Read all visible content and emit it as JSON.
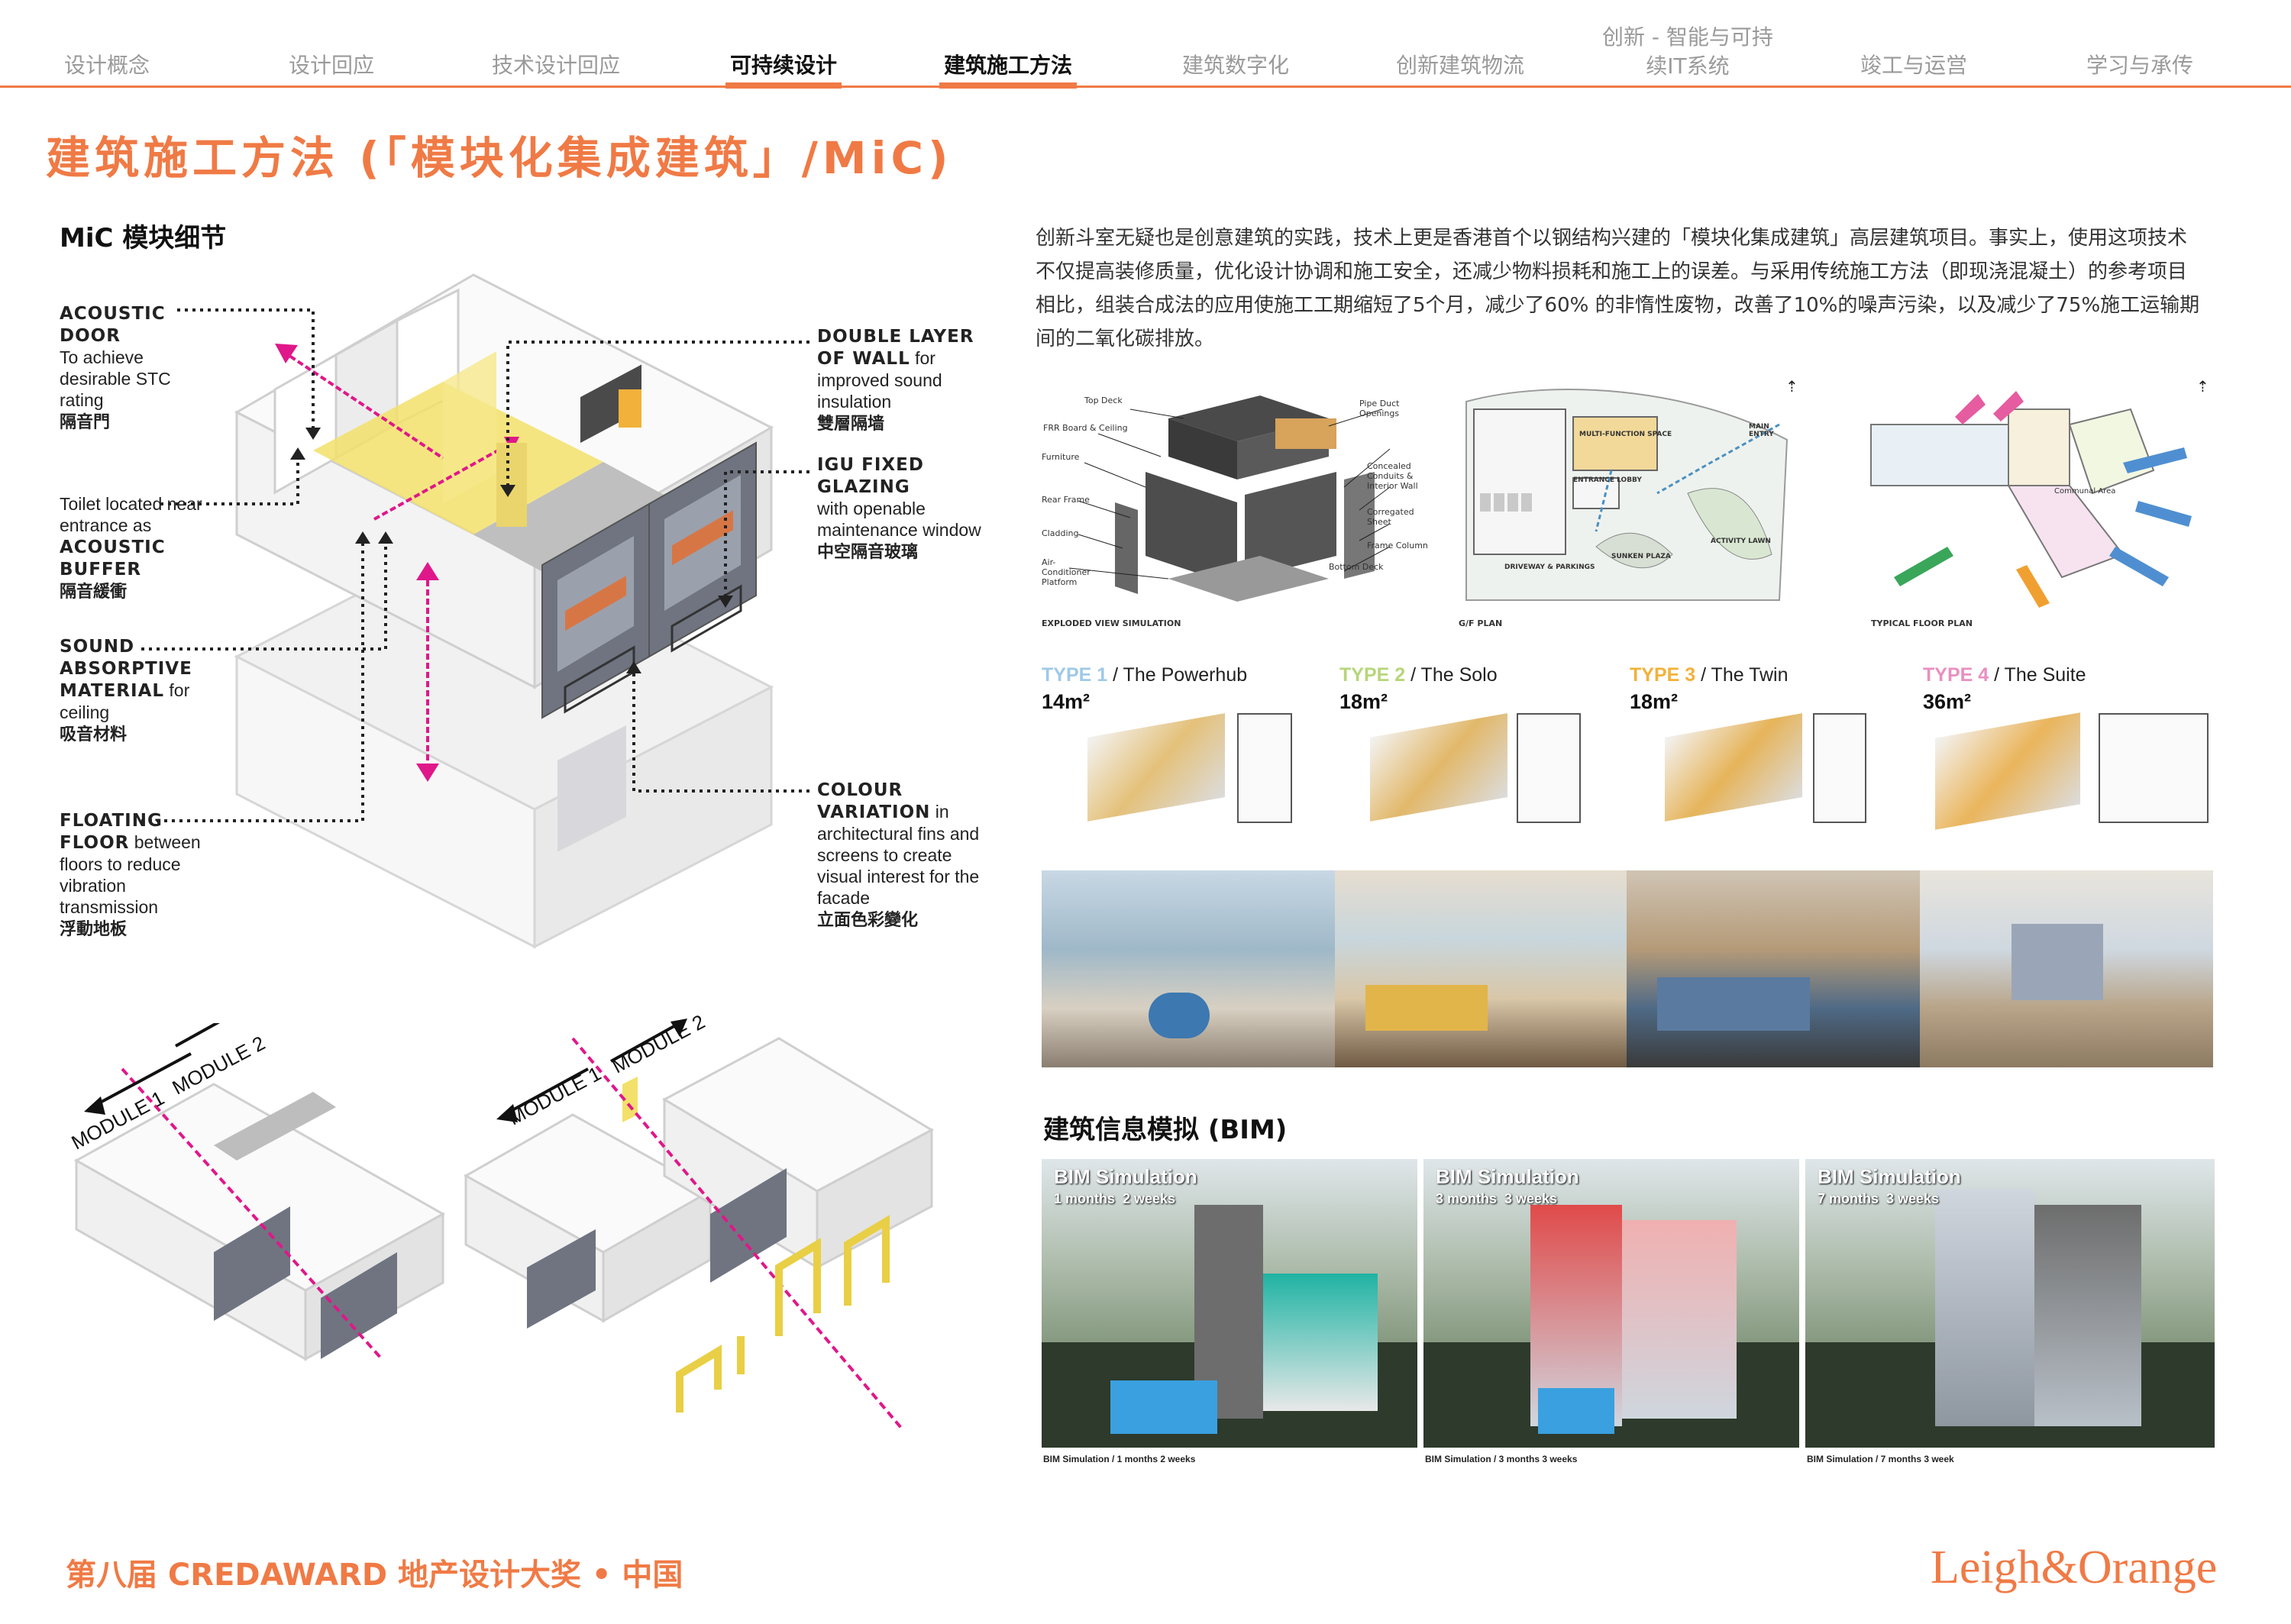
{
  "nav": {
    "items": [
      {
        "label": "设计概念"
      },
      {
        "label": "设计回应"
      },
      {
        "label": "技术设计回应"
      },
      {
        "label": "可持续设计"
      },
      {
        "label": "建筑施工方法"
      },
      {
        "label": "建筑数字化"
      },
      {
        "label": "创新建筑物流"
      },
      {
        "label_line1": "创新 - 智能与可持",
        "label_line2": "续IT系统"
      },
      {
        "label": "竣工与运営"
      },
      {
        "label": "学习与承传"
      }
    ],
    "active_underlined": [
      "可持续设计",
      "建筑施工方法"
    ]
  },
  "page_title": "建筑施工方法 (「模块化集成建筑」/MiC)",
  "mic_section": {
    "heading": "MiC 模块细节",
    "callouts": [
      {
        "bold": "ACOUSTIC DOOR",
        "text": "To achieve desirable STC rating",
        "zh": "隔音門"
      },
      {
        "pre": "Toilet located near entrance as",
        "bold": "ACOUSTIC BUFFER",
        "zh": "隔音緩衝"
      },
      {
        "bold": "SOUND ABSORPTIVE MATERIAL",
        "text": "for ceiling",
        "zh": "吸音材料"
      },
      {
        "bold": "FLOATING FLOOR",
        "text": "between floors to reduce vibration transmission",
        "zh": "浮動地板"
      },
      {
        "bold": "DOUBLE LAYER OF WALL",
        "text": "for improved sound insulation",
        "zh": "雙層隔墙"
      },
      {
        "bold": "IGU FIXED GLAZING",
        "text": "with openable maintenance window",
        "zh": "中空隔音玻璃"
      },
      {
        "bold": "COLOUR VARIATION",
        "text": "in architectural fins and screens to create visual interest for the facade",
        "zh": "立面色彩變化"
      }
    ],
    "module_labels": {
      "m1": "MODULE 1",
      "m2": "MODULE 2"
    }
  },
  "intro_paragraph": "创新斗室无疑也是创意建筑的实践，技术上更是香港首个以钢结构兴建的「模块化集成建筑」高层建筑项目。事实上，使用这项技术不仅提高装修质量，优化设计协调和施工安全，还减少物料损耗和施工上的误差。与采用传统施工方法（即现浇混凝土）的参考项目相比，组装合成法的应用使施工工期缩短了5个月，减少了60% 的非惰性废物，改善了10%的噪声污染，以及减少了75%施工运输期间的二氧化碳排放。",
  "diagrams": {
    "exploded_caption": "EXPLODED VIEW SIMULATION",
    "exploded_labels": [
      "Top Deck",
      "FRR Board & Ceiling",
      "Furniture",
      "Rear Frame",
      "Cladding",
      "Air-Conditioner Platform",
      "Pipe Duct Openings",
      "Concealed Conduits & Interior Wall",
      "Corregated Sheet",
      "Frame Column",
      "Bottom Deck"
    ],
    "gf_caption": "G/F PLAN",
    "gf_labels": [
      "MULTI-FUNCTION SPACE",
      "ENTRANCE LOBBY",
      "DRIVEWAY & PARKINGS",
      "SUNKEN PLAZA",
      "ACTIVITY LAWN",
      "MAIN ENTRY"
    ],
    "typ_caption": "TYPICAL FLOOR PLAN",
    "typ_labels": [
      "Communal Area"
    ]
  },
  "unit_types": [
    {
      "code": "TYPE 1",
      "name": " / The Powerhub",
      "area": "14m²",
      "color": "#9fc9e8"
    },
    {
      "code": "TYPE 2",
      "name": " / The Solo",
      "area": "18m²",
      "color": "#b7d67a"
    },
    {
      "code": "TYPE 3",
      "name": " / The Twin",
      "area": "18m²",
      "color": "#f2b13a"
    },
    {
      "code": "TYPE 4",
      "name": " / The Suite",
      "area": "36m²",
      "color": "#e98fc0"
    }
  ],
  "bim": {
    "heading": "建筑信息模拟 (BIM)",
    "panels": [
      {
        "title": "BIM Simulation",
        "sub": "1 months  2 weeks",
        "caption": "BIM Simulation / 1 months 2 weeks"
      },
      {
        "title": "BIM Simulation",
        "sub": "3 months  3 weeks",
        "caption": "BIM Simulation / 3 months 3 weeks"
      },
      {
        "title": "BIM Simulation",
        "sub": "7 months  3 weeks",
        "caption": "BIM Simulation / 7 months 3 week"
      }
    ]
  },
  "footer": {
    "award": "第八届 CREDAWARD 地产设计大奖 • 中国",
    "brand": "Leigh&Orange"
  },
  "colors": {
    "accent": "#f07a45",
    "magenta": "#e0178a",
    "yellow": "#f3e06a",
    "grey_panel": "#6f7480"
  }
}
